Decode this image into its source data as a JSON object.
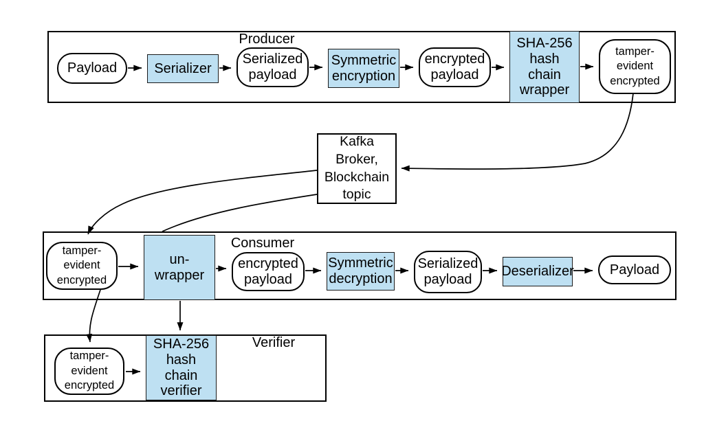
{
  "colors": {
    "process_fill": "#bee0f2",
    "node_border": "#000000",
    "line_color": "#000000",
    "background": "#ffffff"
  },
  "producer": {
    "label": "Producer",
    "payload": "Payload",
    "serializer": "Serializer",
    "serialized_payload": "Serialized\npayload",
    "symmetric_encryption": "Symmetric\nencryption",
    "encrypted_payload": "encrypted\npayload",
    "sha256_wrapper": "SHA-256\nhash\nchain\nwrapper",
    "tamper_evident": "tamper-\nevident\nencrypted"
  },
  "broker": {
    "label": "Kafka\nBroker,\nBlockchain\ntopic"
  },
  "consumer": {
    "label": "Consumer",
    "tamper_evident": "tamper-\nevident\nencrypted",
    "unwrapper": "un-\nwrapper",
    "encrypted_payload": "encrypted\npayload",
    "symmetric_decryption": "Symmetric\ndecryption",
    "serialized_payload": "Serialized\npayload",
    "deserializer": "Deserializer",
    "payload": "Payload"
  },
  "verifier": {
    "label": "Verifier",
    "tamper_evident": "tamper-\nevident\nencrypted",
    "sha256_verifier": "SHA-256\nhash\nchain\nverifier"
  }
}
